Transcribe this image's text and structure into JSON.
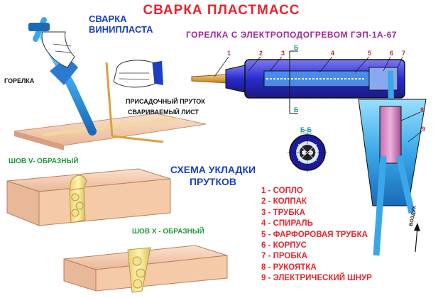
{
  "title": "СВАРКА ПЛАСТМАСС",
  "vinyl_welding": {
    "line1": "СВАРКА",
    "line2": "ВИНИПЛАСТА"
  },
  "torch_title": "ГОРЕЛКА С ЭЛЕКТРОПОДОГРЕВОМ ГЭП-1А-67",
  "labels": {
    "torch": "ГОРЕЛКА",
    "filler_rod": "ПРИСАДОЧНЫЙ ПРУТОК",
    "welded_sheet": "СВАРИВАЕМЫЙ ЛИСТ"
  },
  "scheme_title": {
    "line1": "СХЕМА УКЛАДКИ",
    "line2": "ПРУТКОВ"
  },
  "seams": {
    "v": "ШОВ  V- ОБРАЗНЫЙ",
    "x": "ШОВ  Х - ОБРАЗНЫЙ"
  },
  "section_marks": {
    "b_top": "Б",
    "b_bottom": "Б",
    "section": "Б-Б"
  },
  "part_numbers": [
    "1",
    "2",
    "3",
    "4",
    "5",
    "6",
    "7",
    "8",
    "9"
  ],
  "legend": [
    "1 - СОПЛО",
    "2 - КОЛПАК",
    "3 - ТРУБКА",
    "4 - СПИРАЛЬ",
    "5 - ФАРФОРОВАЯ ТРУБКА",
    "6 - КОРПУС",
    "7 - ПРОБКА",
    "8 - РУКОЯТКА",
    "9 - ЭЛЕКТРИЧЕСКИЙ ШНУР"
  ],
  "airflow": "ВОЗДУХ",
  "colors": {
    "title_red": "#e8242c",
    "blue_text": "#1a3fc2",
    "purple_text": "#a02a9a",
    "green_text": "#1f9a3a",
    "torch_body": "#3a3ad8",
    "pipe_blue": "#3aa8e8",
    "sheet_pink": "#f4c8a8",
    "seam_yellow": "#f0e088",
    "handle_pink": "#d890c0"
  }
}
